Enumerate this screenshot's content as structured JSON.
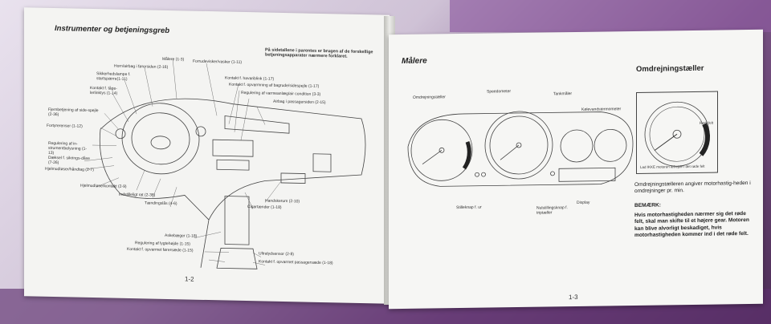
{
  "left_page": {
    "title": "Instrumenter og betjeningsgreb",
    "note": "På sidetallene i parentes er brugen af de forskellige betjeningsapparater nærmere forklaret.",
    "labels": {
      "maalere": "Målere (1-3)",
      "horn": "Horn/airbag i førersiden (2-16)",
      "sikkerhed": "Sikkerhedslampe f. startspærre(1-11)",
      "kontakt_tage": "Kontakt f. tåge-lerlinktys (1-14)",
      "fjernbetjening": "Fjernbetjening af side-spejle (2-36)",
      "fortyrerenser": "Fortyrerenser (1-12)",
      "regulering_instrument": "Regulering af in-strumentbelysning (1-13)",
      "daeksel": "Dæksel f. sikrings-dåse (7-26)",
      "hjelmudloser": "Hjelmudløser/håndtag (2-7)",
      "hjelmudloserkontakt": "Hjelmudløserkontakt (2-9)",
      "indstilleligt_rat": "Indstilleligt rat (2-36)",
      "taendingslaas": "Tændingslås (4-6)",
      "askebaeger": "Askebæger (1-18)",
      "lygtehojde": "Regulering af lygtehøjde (1-15)",
      "opvarmet_forer": "Kontakt f. opvarmet førersæde (1-15)",
      "forrudevisker": "Forrudevisker/vasker (1-11)",
      "havariblink": "Kontakt f. havariblink (1-17)",
      "opvarmning_bagrude": "Kontakt f. opvarmning af bagrude/sidespejle (1-17)",
      "varmeanlaeg": "Regulering af varmeanlæg/air condition (3-3)",
      "airbag_passager": "Airbag i passagersiden (2-15)",
      "handskerum": "Handskerum (2-10)",
      "cigartaender": "Cigartænder (1-18)",
      "ultralydsensor": "Ultralydsensor (2-8)",
      "opvarmet_passager": "Kontakt f. opvarmet passagersæde (1-18)"
    },
    "page_number": "1-2"
  },
  "right_page": {
    "title": "Målere",
    "labels": {
      "omdrejningstaeller": "Omdrejningstæller",
      "speedometer": "Speedometer",
      "tankmaaler": "Tankmåler",
      "kolevandstermometer": "Kølevandstermometer",
      "stilleknap": "Stilleknap f. ur",
      "nulstilling": "Nulstillingsknap f. triptæller",
      "display": "Display"
    },
    "section_title": "Omdrejningstæller",
    "detail_labels": {
      "raedt_felt": "Rødt felt",
      "caption": "Lad IKKE motoren arbejde i det røde felt"
    },
    "paragraph": "Omdrejningstælleren angiver motorhastig-heden i omdrejninger pr. min.",
    "warning_title": "BEMÆRK:",
    "warning_text": "Hvis motorhastigheden nærmer sig det røde felt, skal man skifte til et højere gear. Motoren kan blive alvorligt beskadiget, hvis motorhastigheden kommer ind i det røde felt.",
    "page_number": "1-3"
  }
}
